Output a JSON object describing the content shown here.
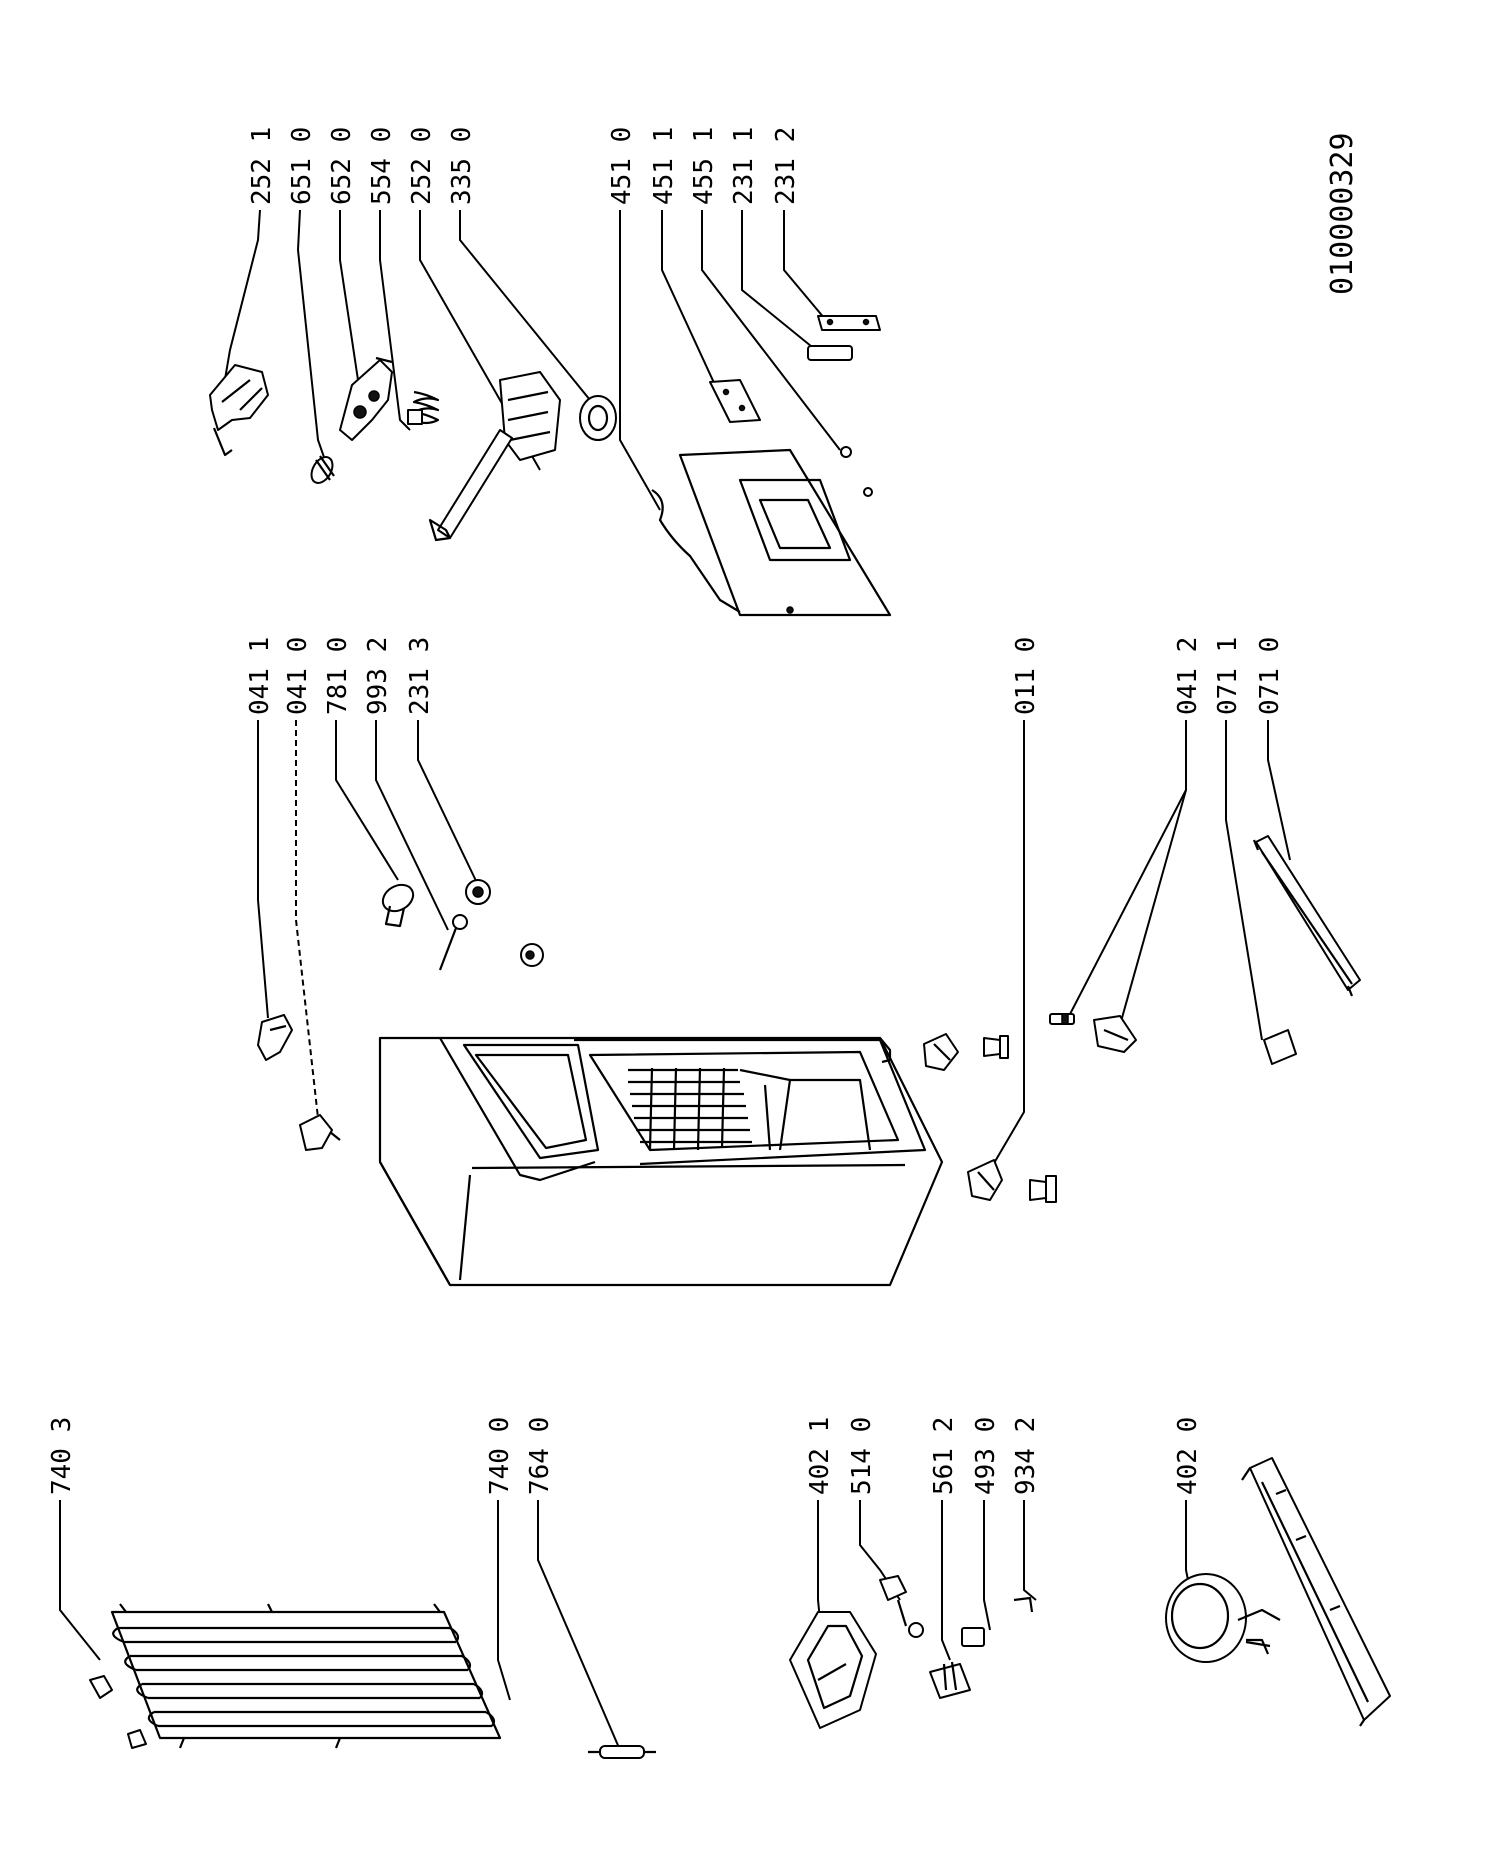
{
  "document_code": "010000329",
  "labels": {
    "l_2521": "252 1",
    "l_6510": "651 0",
    "l_6520": "652 0",
    "l_5540": "554 0",
    "l_2520": "252 0",
    "l_3350": "335 0",
    "l_4510": "451 0",
    "l_4511": "451 1",
    "l_4551": "455 1",
    "l_2311": "231 1",
    "l_2312": "231 2",
    "l_0411": "041 1",
    "l_0410": "041 0",
    "l_7810": "781 0",
    "l_9932": "993 2",
    "l_2313": "231 3",
    "l_0110": "011 0",
    "l_0412": "041 2",
    "l_0711": "071 1",
    "l_0710": "071 0",
    "l_7403": "740 3",
    "l_7400": "740 0",
    "l_7640": "764 0",
    "l_4021": "402 1",
    "l_5140": "514 0",
    "l_5612": "561 2",
    "l_4930": "493 0",
    "l_9342": "934 2",
    "l_4020": "402 0"
  }
}
